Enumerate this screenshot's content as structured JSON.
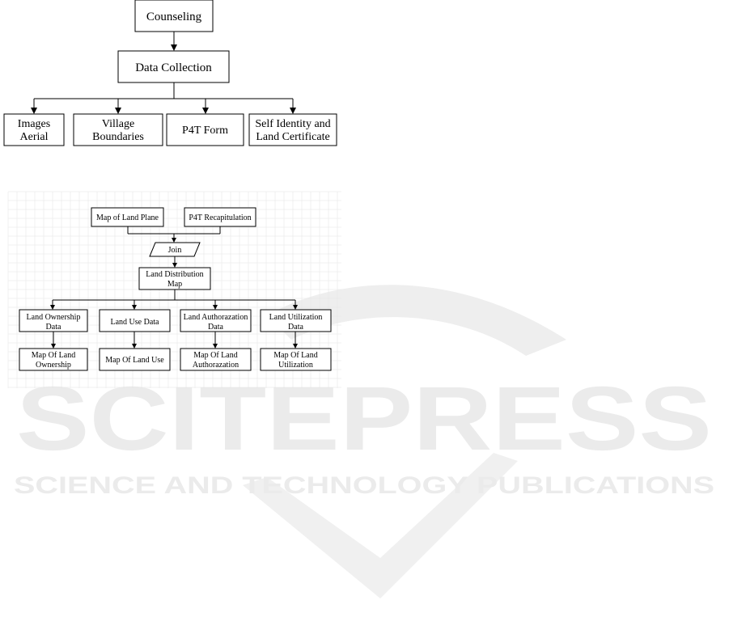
{
  "watermark": {
    "name": "SCITEPRESS",
    "tagline": "SCIENCE AND TECHNOLOGY PUBLICATIONS"
  },
  "diagram1": {
    "counseling": "Counseling",
    "data_collection": "Data Collection",
    "images_aerial": [
      "Images",
      "Aerial"
    ],
    "village_boundaries": [
      "Village",
      "Boundaries"
    ],
    "p4t_form": "P4T Form",
    "self_identity": [
      "Self Identity and",
      "Land Certificate"
    ]
  },
  "diagram2": {
    "map_land_plane": "Map of Land Plane",
    "p4t_recap": "P4T Recapitulation",
    "join": "Join",
    "land_distribution": [
      "Land Distribution",
      "Map"
    ],
    "ownership_data": [
      "Land Ownership",
      "Data"
    ],
    "use_data": "Land Use Data",
    "authorazation_data": [
      "Land Authorazation",
      "Data"
    ],
    "utilization_data": [
      "Land Utilization",
      "Data"
    ],
    "map_ownership": [
      "Map Of Land",
      "Ownership"
    ],
    "map_use": "Map Of Land Use",
    "map_authorazation": [
      "Map Of Land",
      "Authorazation"
    ],
    "map_utilization": [
      "Map Of Land",
      "Utilization"
    ]
  }
}
